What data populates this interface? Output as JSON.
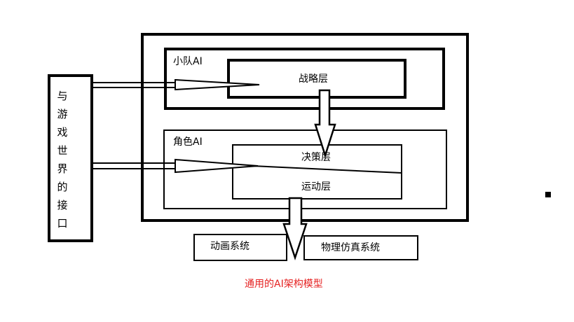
{
  "diagram": {
    "interface_box": {
      "chars": [
        "与",
        "游",
        "戏",
        "世",
        "界",
        "的",
        "接",
        "口"
      ]
    },
    "squad_ai": {
      "label": "小队AI"
    },
    "strategy_layer": {
      "label": "战略层"
    },
    "character_ai": {
      "label": "角色AI"
    },
    "decision_layer": {
      "label": "决策层"
    },
    "movement_layer": {
      "label": "运动层"
    },
    "animation_system": {
      "label": "动画系统"
    },
    "physics_system": {
      "label": "物理仿真系统"
    },
    "caption": {
      "text": "通用的AI架构模型",
      "color": "#e52222"
    },
    "colors": {
      "stroke": "#000000",
      "background": "#ffffff"
    }
  }
}
